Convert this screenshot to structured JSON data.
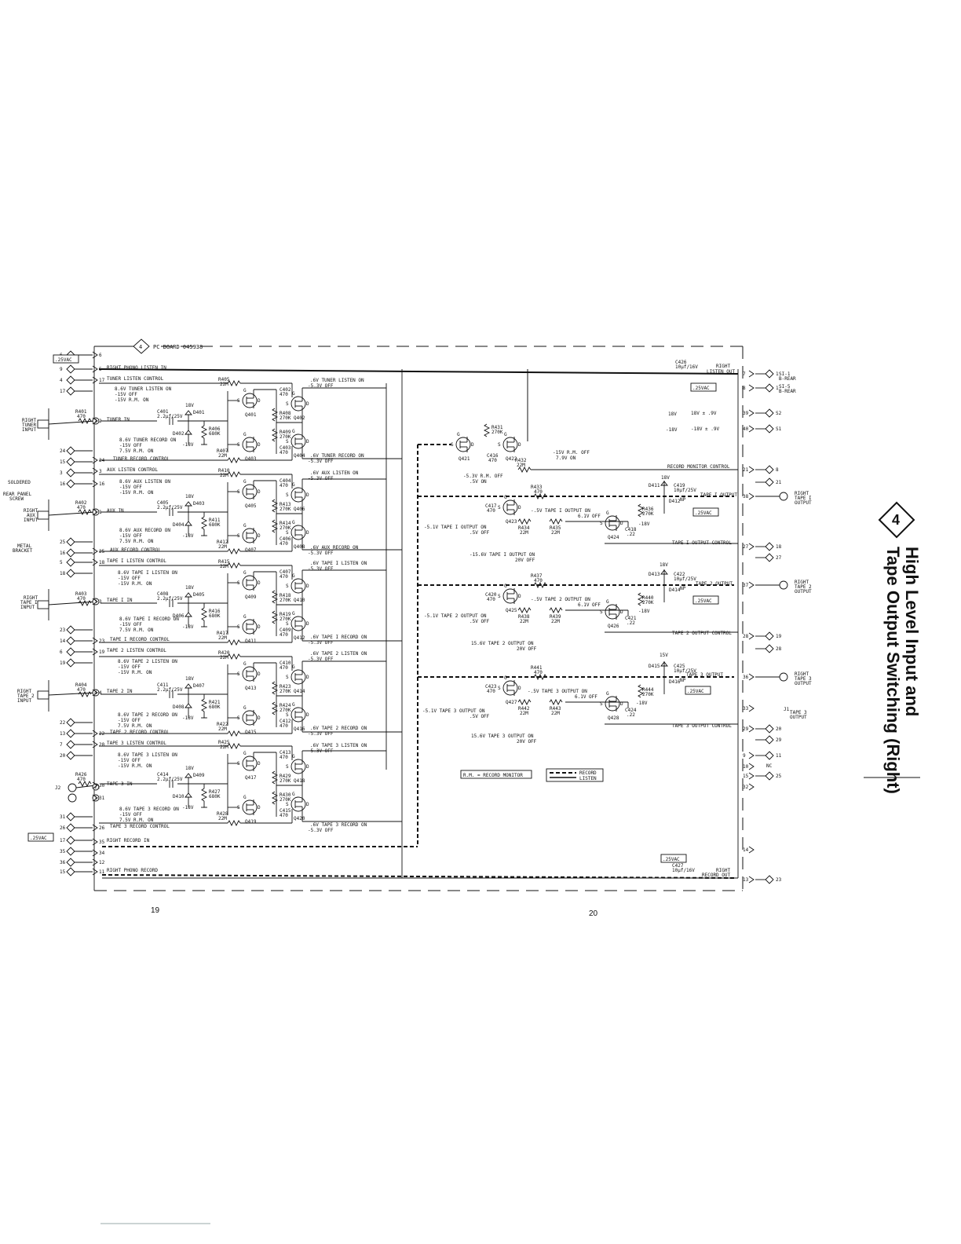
{
  "title": {
    "badge": "4",
    "line1": "High Level Input and",
    "line2": "Tape Output Switching (Right)"
  },
  "pc_board": "PC BOARD 045938",
  "page_left": "19",
  "page_right": "20",
  "vac_boxes": [
    ".25VAC",
    ".25VAC",
    ".25VAC",
    ".25VAC",
    ".25VAC",
    ".25VAC"
  ],
  "left_labels": {
    "right_tuner_input": [
      "RIGHT",
      "TUNER",
      "INPUT"
    ],
    "soldered": "SOLDERED",
    "rear_panel_screw": [
      "REAR PANEL",
      "SCREW"
    ],
    "right_aux_input": [
      "RIGHT",
      "AUX",
      "INPUT"
    ],
    "metal_bracket": [
      "METAL",
      "BRACKET"
    ],
    "right_tape1_input": [
      "RIGHT",
      "TAPE I",
      "INPUT"
    ],
    "right_tape2_input": [
      "RIGHT",
      "TAPE 2",
      "INPUT"
    ],
    "j2": "J2"
  },
  "lines": {
    "right_phono_listen_in": "RIGHT PHONO LISTEN IN",
    "tuner_listen_control": "TUNER LISTEN CONTROL",
    "tuner_in": "TUNER IN",
    "tuner_record_control": "TUNER RECORD CONTROL",
    "aux_listen_control": "AUX LISTEN CONTROL",
    "aux_in": "AUX IN",
    "aux_record_control": "AUX RECORD CONTROL",
    "tape1_listen_control": "TAPE I LISTEN CONTROL",
    "tape1_in": "TAPE I IN",
    "tape1_record_control": "TAPE I RECORD CONTROL",
    "tape2_listen_control": "TAPE 2 LISTEN CONTROL",
    "tape2_in": "TAPE 2 IN",
    "tape2_record_control": "TAPE 2 RECORD CONTROL",
    "tape3_listen_control": "TAPE 3 LISTEN CONTROL",
    "tape3_in": "TAPE 3 IN",
    "tape3_record_control": "TAPE 3 RECORD CONTROL",
    "right_record_in": "RIGHT RECORD IN",
    "right_phono_record": "RIGHT PHONO RECORD",
    "record_monitor_control": "RECORD MONITOR CONTROL",
    "tape1_output_control": "TAPE I OUTPUT CONTROL",
    "tape2_output_control": "TAPE 2 OUTPUT CONTROL",
    "tape3_output_control": "TAPE 3 OUTPUT CONTROL",
    "tape1_output": "TAPE I OUTPUT",
    "tape2_output": "TAPE 2 OUTPUT",
    "tape3_output": "TAPE 3 OUTPUT",
    "right_listen_out": [
      "RIGHT",
      "LISTEN OUT"
    ],
    "right_record_out": [
      "RIGHT",
      "RECORD OUT"
    ]
  },
  "notes": {
    "tuner_listen": [
      "8.6V TUNER LISTEN ON",
      "-15V OFF",
      "-15V R.M. ON"
    ],
    "tuner_record": [
      "8.6V TUNER RECORD ON",
      "-15V OFF",
      "7.5V R.M. ON"
    ],
    "aux_listen": [
      "8.6V AUX LISTEN ON",
      "-15V OFF",
      "-15V R.M. ON"
    ],
    "aux_record": [
      "8.6V AUX RECORD ON",
      "-15V OFF",
      "7.5V R.M. ON"
    ],
    "tape1_listen": [
      "8.6V TAPE I LISTEN ON",
      "-15V OFF",
      "-15V R.M. ON"
    ],
    "tape1_record": [
      "8.6V TAPE I RECORD ON",
      "-15V OFF",
      "7.5V R.M. ON"
    ],
    "tape2_listen": [
      "8.6V TAPE 2 LISTEN ON",
      "-15V OFF",
      "-15V R.M. ON"
    ],
    "tape2_record": [
      "8.6V TAPE 2 RECORD ON",
      "-15V OFF",
      "7.5V R.M. ON"
    ],
    "tape3_listen": [
      "8.6V TAPE 3 LISTEN ON",
      "-15V OFF",
      "-15V R.M. ON"
    ],
    "tape3_record": [
      "8.6V TAPE 3 RECORD ON",
      "-15V OFF",
      "7.5V R.M. ON"
    ],
    "r_tuner_listen": [
      ".6V TUNER LISTEN ON",
      "-5.3V OFF"
    ],
    "r_tuner_record": [
      ".6V TUNER RECORD ON",
      "-5.3V OFF"
    ],
    "r_aux_listen": [
      ".6V AUX LISTEN ON",
      "-5.3V OFF"
    ],
    "r_aux_record": [
      ".6V AUX RECORD ON",
      "-5.3V OFF"
    ],
    "r_tape1_listen": [
      ".6V TAPE I LISTEN ON",
      "-5.3V OFF"
    ],
    "r_tape1_record": [
      ".6V TAPE I RECORD ON",
      "-5.3V OFF"
    ],
    "r_tape2_listen": [
      ".6V TAPE 2 LISTEN ON",
      "-5.3V OFF"
    ],
    "r_tape2_record": [
      ".6V TAPE 2 RECORD ON",
      "-5.3V OFF"
    ],
    "r_tape3_listen": [
      ".6V TAPE 3 LISTEN ON",
      "-5.3V OFF"
    ],
    "r_tape3_record": [
      ".6V TAPE 3 RECORD ON",
      "-5.3V OFF"
    ],
    "rm_gate": [
      "-5.3V R.M. OFF",
      ".5V ON"
    ],
    "rm_drain": [
      "-15V R.M. OFF",
      "7.9V ON"
    ],
    "t1_out_a": [
      "-5.1V TAPE I OUTPUT ON",
      ".5V OFF"
    ],
    "t1_out_b": [
      "-.5V TAPE I OUTPUT ON",
      "6.1V OFF"
    ],
    "t1_out_c": [
      "-15.6V TAPE I OUTPUT ON",
      "20V OFF"
    ],
    "t2_out_a": [
      "-5.1V TAPE 2 OUTPUT ON",
      ".5V OFF"
    ],
    "t2_out_b": [
      "-.5V TAPE 2 OUTPUT ON",
      "6.1V OFF"
    ],
    "t2_out_c": [
      "15.6V TAPE 2 OUTPUT ON",
      "20V OFF"
    ],
    "t3_out_a": [
      "-5.1V TAPE 3 OUTPUT ON",
      ".5V OFF"
    ],
    "t3_out_b": [
      "-.5V TAPE 3 OUTPUT ON",
      "6.1V OFF"
    ],
    "t3_out_c": [
      "15.6V TAPE 3 OUTPUT ON",
      "20V OFF"
    ],
    "plus18": "18V",
    "minus18": "-18V",
    "supply_a": "18V ± .9V",
    "supply_b": "-18V ± .9V"
  },
  "legend": {
    "rm": "R.M. = RECORD MONITOR",
    "record": "RECORD",
    "listen": "LISTEN"
  },
  "right_labels": {
    "s1_1": [
      "SI-1",
      "B-REAR"
    ],
    "s1_5": [
      "SI-5",
      "B-REAR"
    ],
    "s2": "S2",
    "s1": "S1",
    "right_tape1_output": [
      "RIGHT",
      "TAPE I",
      "OUTPUT"
    ],
    "right_tape2_output": [
      "RIGHT",
      "TAPE 2",
      "OUTPUT"
    ],
    "right_tape3_output": [
      "RIGHT",
      "TAPE 3",
      "OUTPUT"
    ],
    "j1_tape3_output": [
      "J1",
      "TAPE 3",
      "OUTPUT"
    ],
    "nc": "NC"
  },
  "transistors": [
    "Q401",
    "Q402",
    "Q403",
    "Q404",
    "Q405",
    "Q406",
    "Q407",
    "Q408",
    "Q409",
    "Q410",
    "Q411",
    "Q412",
    "Q413",
    "Q414",
    "Q415",
    "Q416",
    "Q417",
    "Q418",
    "Q419",
    "Q420",
    "Q421",
    "Q422",
    "Q423",
    "Q424",
    "Q425",
    "Q426",
    "Q427",
    "Q428"
  ],
  "components": {
    "r401": [
      "R401",
      "470"
    ],
    "r402": [
      "R402",
      "470"
    ],
    "r403": [
      "R403",
      "470"
    ],
    "r404": [
      "R404",
      "470"
    ],
    "r405": [
      "R405",
      "22M"
    ],
    "r406": [
      "R406",
      "680K"
    ],
    "r407": [
      "R407",
      "22M"
    ],
    "r408": [
      "R408",
      "270K"
    ],
    "r409": [
      "R409",
      "270K"
    ],
    "r410": [
      "R410",
      "22M"
    ],
    "r411": [
      "R411",
      "680K"
    ],
    "r412": [
      "R412",
      "22M"
    ],
    "r413": [
      "R413",
      "270K"
    ],
    "r414": [
      "R414",
      "270K"
    ],
    "r415": [
      "R415",
      "22M"
    ],
    "r416": [
      "R416",
      "680K"
    ],
    "r417": [
      "R417",
      "22M"
    ],
    "r418": [
      "R418",
      "270K"
    ],
    "r419": [
      "R419",
      "270K"
    ],
    "r420": [
      "R420",
      "22M"
    ],
    "r421": [
      "R421",
      "680K"
    ],
    "r422": [
      "R422",
      "22M"
    ],
    "r423": [
      "R423",
      "270K"
    ],
    "r424": [
      "R424",
      "270K"
    ],
    "r425": [
      "R425",
      "22M"
    ],
    "r426": [
      "R426",
      "470"
    ],
    "r427": [
      "R427",
      "680K"
    ],
    "r428": [
      "R428",
      "22M"
    ],
    "r429": [
      "R429",
      "270K"
    ],
    "r430": [
      "R430",
      "270K"
    ],
    "r431": [
      "R431",
      "270K"
    ],
    "r432": [
      "R432",
      "22M"
    ],
    "r433": [
      "R433",
      "470"
    ],
    "r434": [
      "R434",
      "22M"
    ],
    "r435": [
      "R435",
      "22M"
    ],
    "r436": [
      "R436",
      "270K"
    ],
    "r437": [
      "R437",
      "470"
    ],
    "r438": [
      "R438",
      "22M"
    ],
    "r439": [
      "R439",
      "22M"
    ],
    "r440": [
      "R440",
      "270K"
    ],
    "r441": [
      "R441",
      "470"
    ],
    "r442": [
      "R442",
      "22M"
    ],
    "r443": [
      "R443",
      "22M"
    ],
    "r444": [
      "R444",
      "270K"
    ],
    "c401": [
      "C401",
      "2.2µf/25V"
    ],
    "c402": [
      "C402",
      "470"
    ],
    "c403": [
      "C403",
      "470"
    ],
    "c404": [
      "C404",
      "470"
    ],
    "c405": [
      "C405",
      "2.2µf/25V"
    ],
    "c406": [
      "C406",
      "470"
    ],
    "c407": [
      "C407",
      "470"
    ],
    "c408": [
      "C408",
      "2.2µf/25V"
    ],
    "c409": [
      "C409",
      "470"
    ],
    "c410": [
      "C410",
      "470"
    ],
    "c411": [
      "C411",
      "2.2µf/25V"
    ],
    "c412": [
      "C412",
      "470"
    ],
    "c413": [
      "C413",
      "470"
    ],
    "c414": [
      "C414",
      "2.2µf/25V"
    ],
    "c415": [
      "C415",
      "470"
    ],
    "c416": [
      "C416",
      "470"
    ],
    "c417": [
      "C417",
      "470"
    ],
    "c418": [
      "C418",
      ".22"
    ],
    "c419": [
      "C419",
      "10µf/25V",
      "NP"
    ],
    "c420": [
      "C420",
      "470"
    ],
    "c421": [
      "C421",
      ".22"
    ],
    "c422": [
      "C422",
      "10µf/25V",
      "NP"
    ],
    "c423": [
      "C423",
      "470"
    ],
    "c424": [
      "C424",
      ".22"
    ],
    "c425": [
      "C425",
      "10µf/25V",
      "NP"
    ],
    "c426": [
      "C426",
      "10µf/16V"
    ],
    "c427": [
      "C427",
      "10µf/16V"
    ],
    "d401": "D401",
    "d402": "D402",
    "d403": "D403",
    "d404": "D404",
    "d405": "D405",
    "d406": "D406",
    "d407": "D407",
    "d408": "D408",
    "d409": "D409",
    "d410": "D410",
    "d411": "D411",
    "d412": "D412",
    "d413": "D413",
    "d414": "D414",
    "d415": "D415",
    "d416": "D416"
  },
  "pins_left": [
    "6",
    "9",
    "4",
    "17",
    "2",
    "24",
    "15",
    "3",
    "16",
    "1",
    "25",
    "16",
    "5",
    "18",
    "3",
    "23",
    "14",
    "6",
    "19",
    "4",
    "22",
    "13",
    "7",
    "20",
    "21",
    "1",
    "31",
    "26",
    "17",
    "35",
    "36",
    "15",
    "16"
  ],
  "pins_board_left": [
    "6",
    "5",
    "17",
    "2",
    "24",
    "3",
    "16",
    "1",
    "25",
    "18",
    "3",
    "23",
    "19",
    "4",
    "22",
    "20",
    "30",
    "31",
    "26",
    "35",
    "34",
    "12",
    "11"
  ],
  "pins_right": [
    "7",
    "8",
    "39",
    "40",
    "21",
    "38",
    "27",
    "37",
    "28",
    "36",
    "33",
    "29",
    "9",
    "10",
    "15",
    "32",
    "14",
    "13"
  ],
  "pins_outer_right": [
    "1",
    "1",
    "S2",
    "S1",
    "8",
    "21",
    "18",
    "27",
    "19",
    "28",
    "20",
    "29",
    "11",
    "25",
    "23"
  ]
}
